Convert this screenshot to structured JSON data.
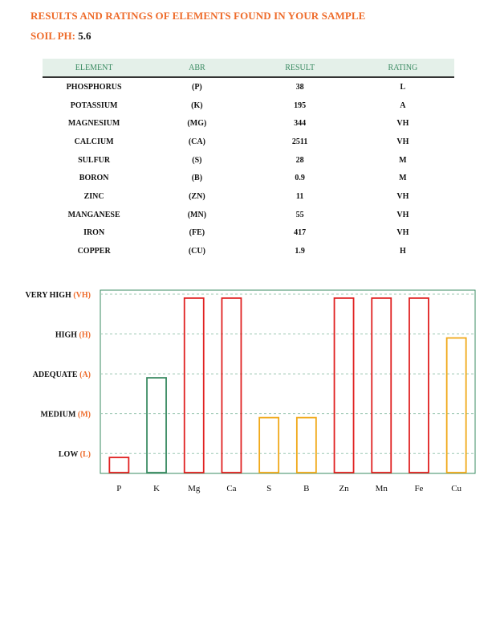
{
  "header": {
    "title": "RESULTS AND RATINGS OF ELEMENTS FOUND IN YOUR SAMPLE",
    "ph_label": "SOIL PH:",
    "ph_value": "5.6"
  },
  "table": {
    "columns": [
      "ELEMENT",
      "ABR",
      "RESULT",
      "RATING"
    ],
    "rows": [
      [
        "PHOSPHORUS",
        "(P)",
        "38",
        "L"
      ],
      [
        "POTASSIUM",
        "(K)",
        "195",
        "A"
      ],
      [
        "MAGNESIUM",
        "(MG)",
        "344",
        "VH"
      ],
      [
        "CALCIUM",
        "(CA)",
        "2511",
        "VH"
      ],
      [
        "SULFUR",
        "(S)",
        "28",
        "M"
      ],
      [
        "BORON",
        "(B)",
        "0.9",
        "M"
      ],
      [
        "ZINC",
        "(ZN)",
        "11",
        "VH"
      ],
      [
        "MANGANESE",
        "(MN)",
        "55",
        "VH"
      ],
      [
        "IRON",
        "(FE)",
        "417",
        "VH"
      ],
      [
        "COPPER",
        "(CU)",
        "1.9",
        "H"
      ]
    ]
  },
  "chart_data": {
    "type": "bar",
    "title": "",
    "xlabel": "",
    "ylabel": "",
    "categories": [
      "P",
      "K",
      "Mg",
      "Ca",
      "S",
      "B",
      "Zn",
      "Mn",
      "Fe",
      "Cu"
    ],
    "values": [
      0.4,
      2.4,
      4.4,
      4.4,
      1.4,
      1.4,
      4.4,
      4.4,
      4.4,
      3.4
    ],
    "bar_colors": [
      "#e02020",
      "#3a8b62",
      "#e02020",
      "#e02020",
      "#f0a818",
      "#f0a818",
      "#e02020",
      "#e02020",
      "#e02020",
      "#f0a818"
    ],
    "ylim": [
      0,
      4.6
    ],
    "grid": true,
    "y_levels": [
      {
        "name": "LOW",
        "abbr": "(L)",
        "value": 0.5
      },
      {
        "name": "MEDIUM",
        "abbr": "(M)",
        "value": 1.5
      },
      {
        "name": "ADEQUATE",
        "abbr": "(A)",
        "value": 2.5
      },
      {
        "name": "HIGH",
        "abbr": "(H)",
        "value": 3.5
      },
      {
        "name": "VERY HIGH",
        "abbr": "(VH)",
        "value": 4.5
      }
    ],
    "colors": {
      "axis": "#3a8b62",
      "grid": "#9cc8b2",
      "abbr": "#ee6b2a"
    }
  }
}
